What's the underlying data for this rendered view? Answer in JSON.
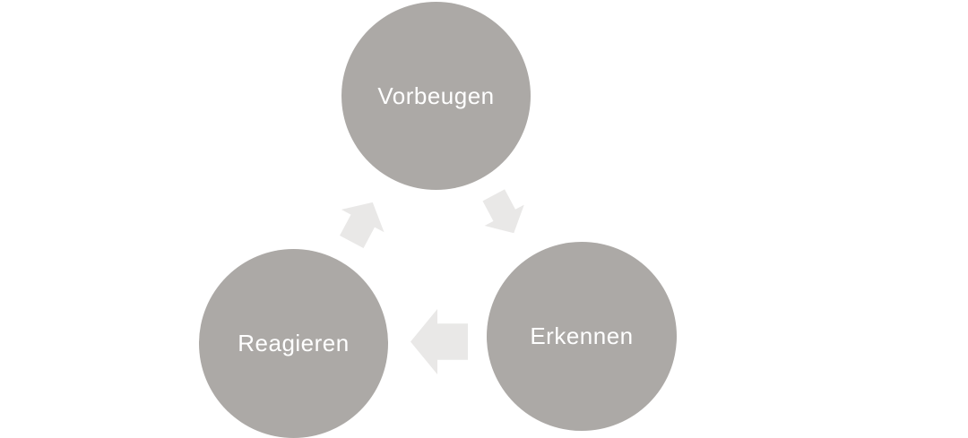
{
  "diagram": {
    "type": "cycle",
    "direction": "clockwise",
    "nodes": [
      {
        "id": "vorbeugen",
        "label": "Vorbeugen",
        "position": "top"
      },
      {
        "id": "erkennen",
        "label": "Erkennen",
        "position": "bottom-right"
      },
      {
        "id": "reagieren",
        "label": "Reagieren",
        "position": "bottom-left"
      }
    ],
    "arrows": [
      {
        "from": "reagieren",
        "to": "vorbeugen",
        "direction": "up-right"
      },
      {
        "from": "vorbeugen",
        "to": "erkennen",
        "direction": "down-right"
      },
      {
        "from": "erkennen",
        "to": "reagieren",
        "direction": "left"
      }
    ]
  },
  "colors": {
    "background": "#ffffff",
    "circle_fill": "#aca9a6",
    "arrow_fill": "#e9e8e7",
    "label_text": "#ffffff"
  }
}
